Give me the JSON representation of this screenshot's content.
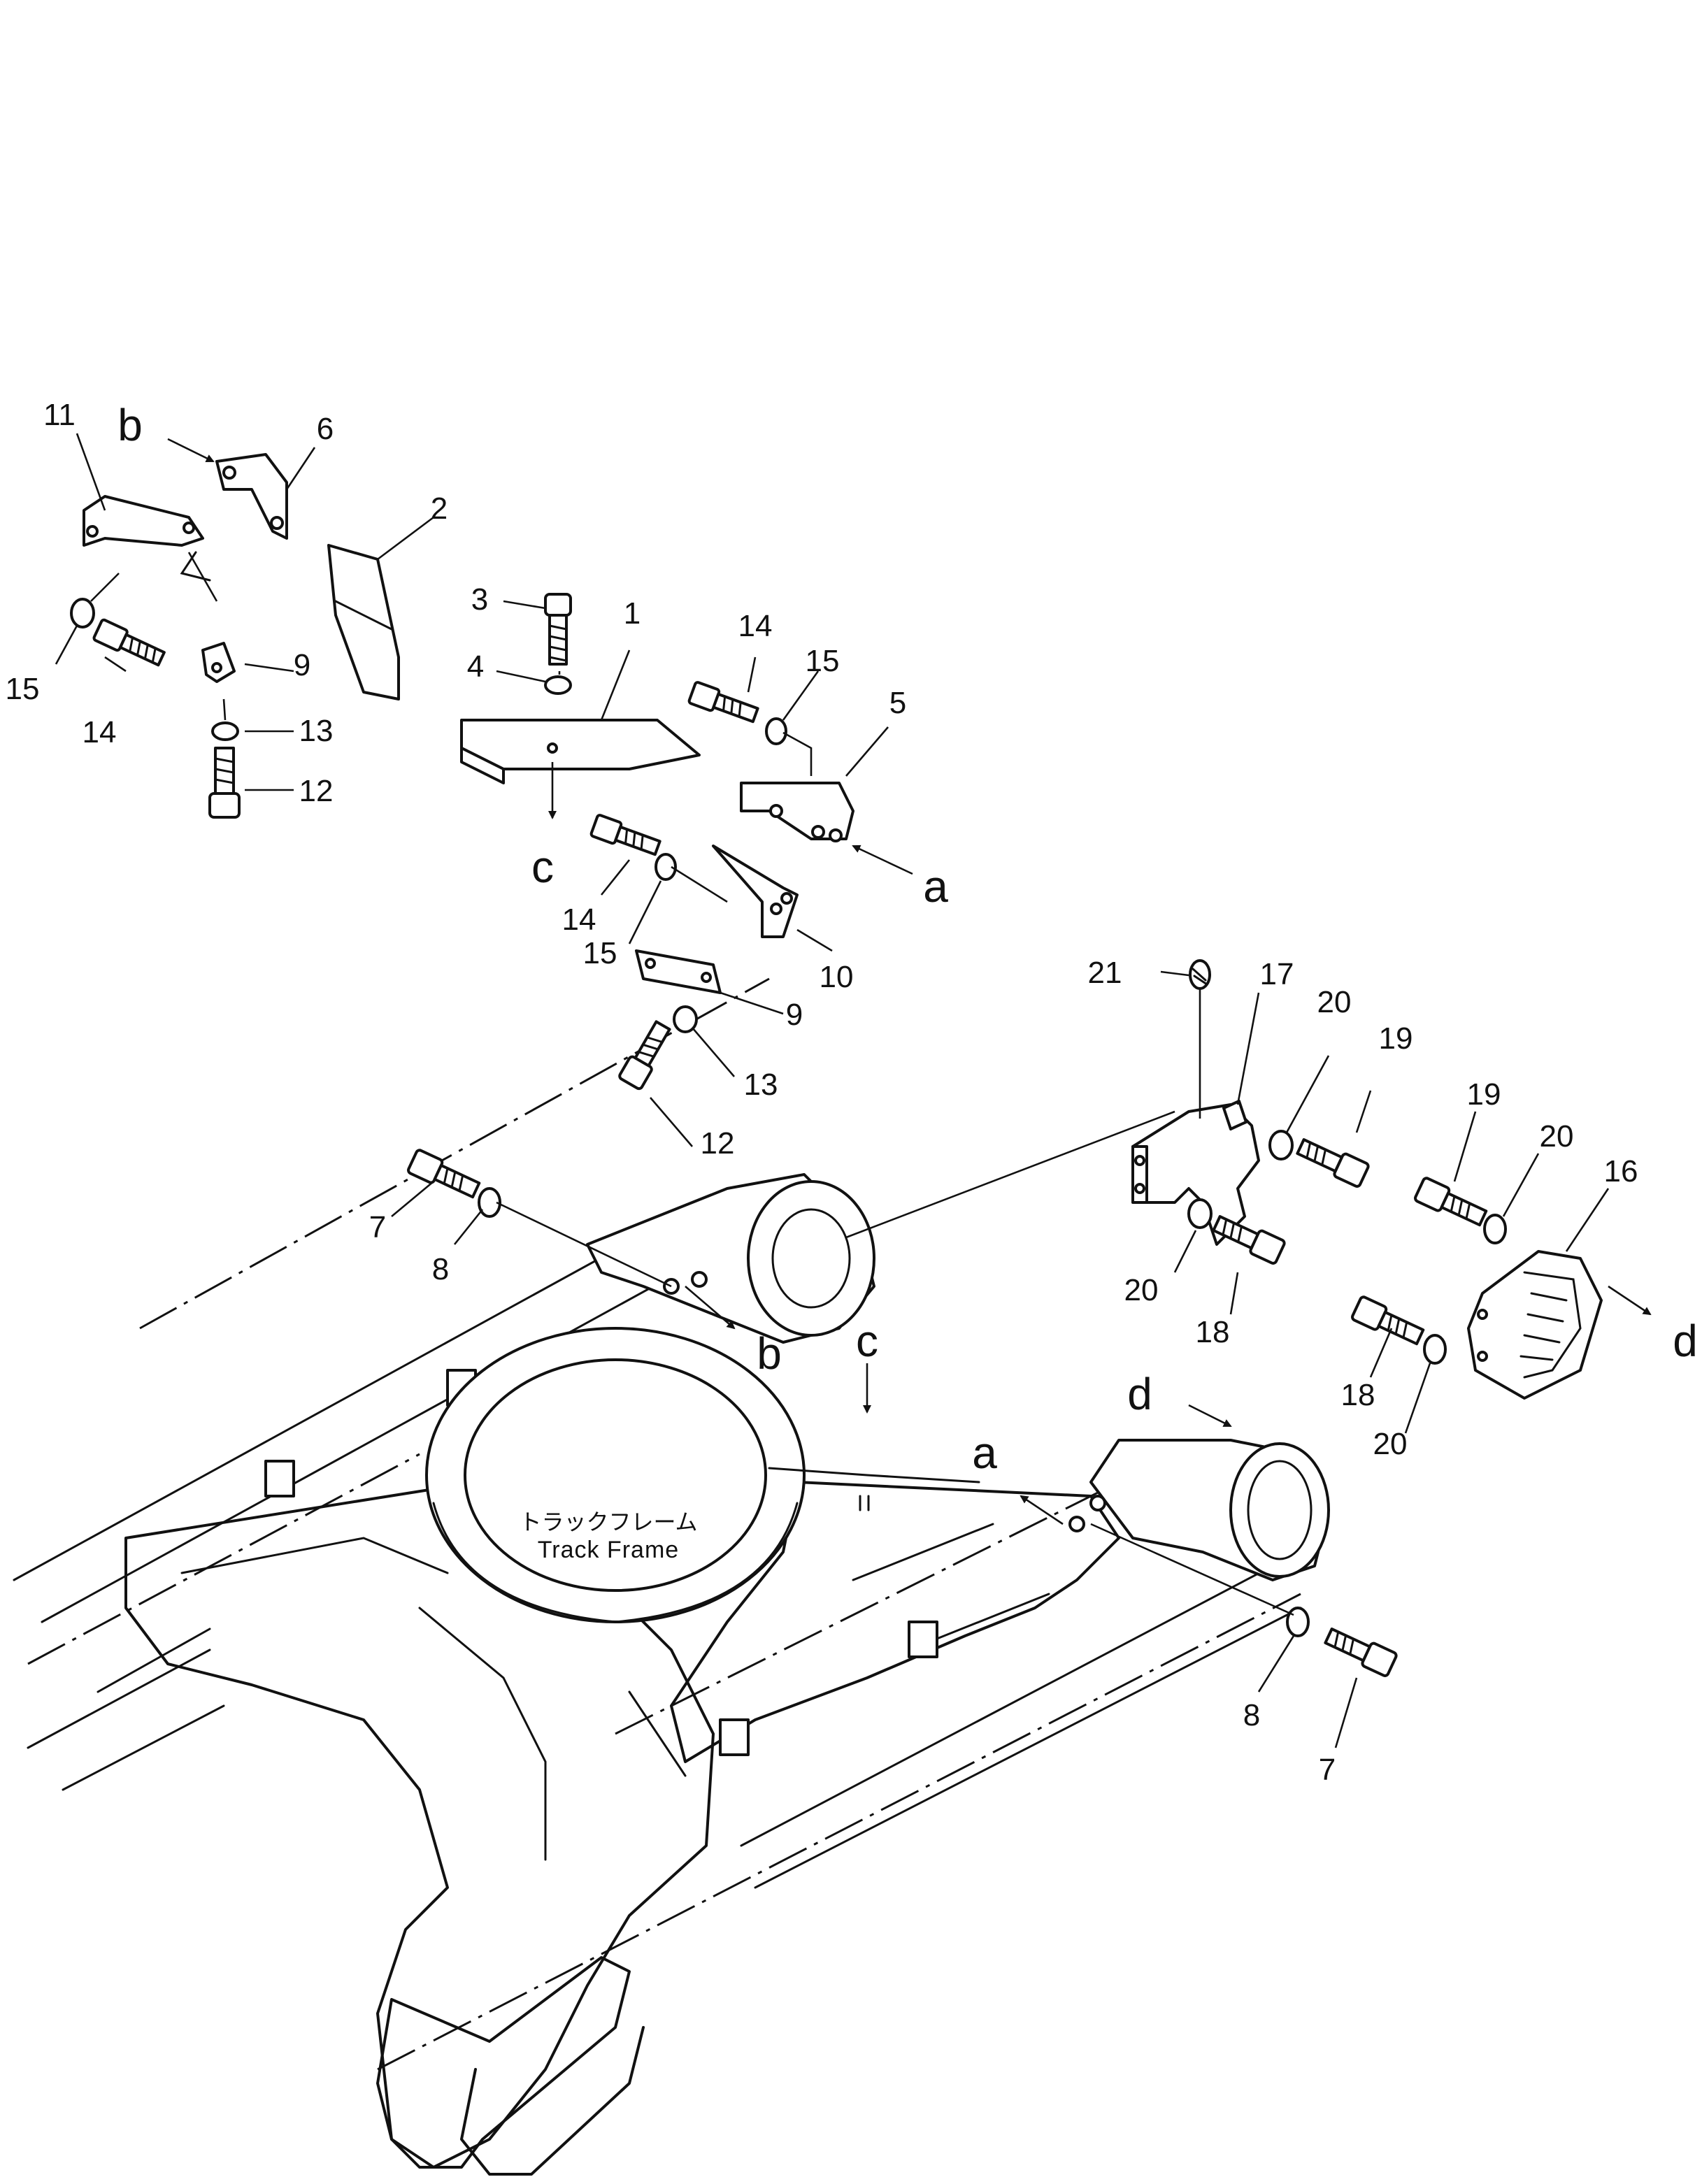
{
  "part_labels": {
    "p1": "1",
    "p2": "2",
    "p3": "3",
    "p4": "4",
    "p5": "5",
    "p6": "6",
    "p7": "7",
    "p8": "8",
    "p9": "9",
    "p10": "10",
    "p11": "11",
    "p12": "12",
    "p13": "13",
    "p14": "14",
    "p15": "15",
    "p16": "16",
    "p17": "17",
    "p18": "18",
    "p19": "19",
    "p20": "20",
    "p21": "21"
  },
  "reference_letters": {
    "a": "a",
    "b": "b",
    "c": "c",
    "d": "d"
  },
  "track_frame": {
    "label_jp": "トラックフレーム",
    "label_en": "Track Frame"
  }
}
